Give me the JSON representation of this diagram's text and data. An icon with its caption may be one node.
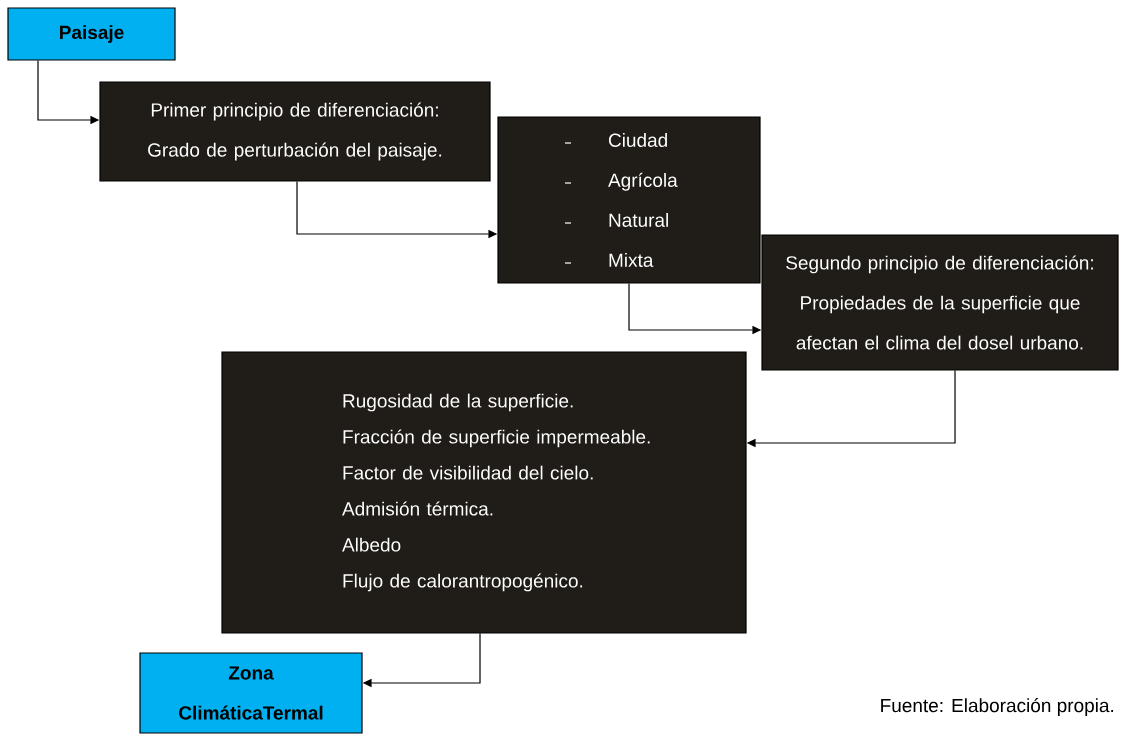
{
  "diagram": {
    "nodes": [
      {
        "text": [
          "Paisaje"
        ]
      },
      {
        "text": [
          "Primer principio de diferenciación: Grado de perturbación del paisaje."
        ]
      },
      {
        "text": [
          "Ciudad",
          "Agrícola",
          "Natural",
          "Mixta"
        ]
      },
      {
        "text": [
          "Segundo principio de diferenciación: Propiedades de la superficie que afectan el clima del dosel urbano."
        ]
      },
      {
        "text": [
          "Rugosidad de la superficie.",
          "Fracción de superficie impermeable.",
          "Factor de visibilidad del cielo.",
          "Admisión térmica.",
          "Albedo",
          "Flujo de calorantropogénico."
        ]
      },
      {
        "text": [
          "Zona ClimáticaTermal"
        ]
      }
    ],
    "edges": [
      {
        "from": 0,
        "to": 1,
        "arrow": "to"
      },
      {
        "from": 1,
        "to": 2,
        "arrow": "to"
      },
      {
        "from": 2,
        "to": 3,
        "arrow": "to"
      },
      {
        "from": 3,
        "to": 4,
        "arrow": "to"
      },
      {
        "from": 4,
        "to": 5,
        "arrow": "to"
      }
    ],
    "labels": [
      "Fuente: Elaboración propia."
    ]
  }
}
